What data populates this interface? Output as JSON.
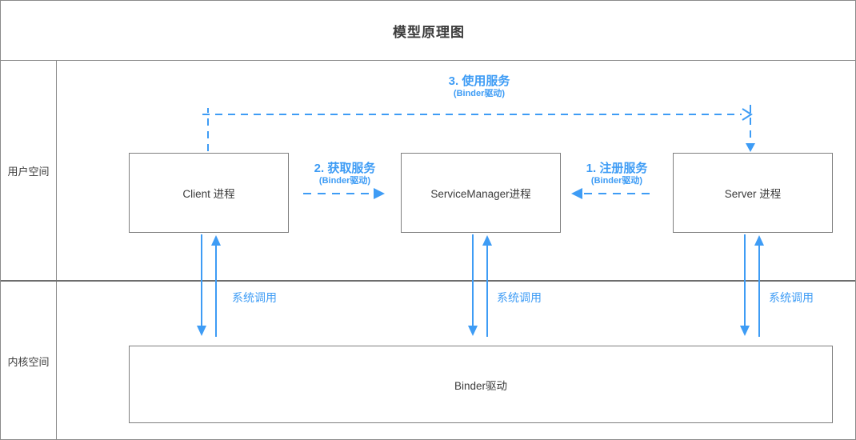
{
  "title": "模型原理图",
  "rows": {
    "user_space": "用户空间",
    "kernel_space": "内核空间"
  },
  "nodes": {
    "client": "Client 进程",
    "service_manager": "ServiceManager进程",
    "server": "Server 进程",
    "binder_driver": "Binder驱动"
  },
  "edges": {
    "use_service": {
      "label": "3. 使用服务",
      "sub": "(Binder驱动)",
      "from": "client",
      "to": "server",
      "style": "dashed"
    },
    "get_service": {
      "label": "2. 获取服务",
      "sub": "(Binder驱动)",
      "from": "client",
      "to": "service_manager",
      "style": "dashed"
    },
    "register_service": {
      "label": "1. 注册服务",
      "sub": "(Binder驱动)",
      "from": "server",
      "to": "service_manager",
      "style": "dashed"
    },
    "syscall_client": {
      "label": "系统调用",
      "between": [
        "client",
        "binder_driver"
      ],
      "style": "solid-bidirectional"
    },
    "syscall_sm": {
      "label": "系统调用",
      "between": [
        "service_manager",
        "binder_driver"
      ],
      "style": "solid-bidirectional"
    },
    "syscall_server": {
      "label": "系统调用",
      "between": [
        "server",
        "binder_driver"
      ],
      "style": "solid-bidirectional"
    }
  },
  "colors": {
    "accent_blue": "#3e9cf5",
    "border_gray": "#8a8a8a",
    "divider_gray": "#6e6e6e",
    "text_dark": "#3c3c3c"
  }
}
